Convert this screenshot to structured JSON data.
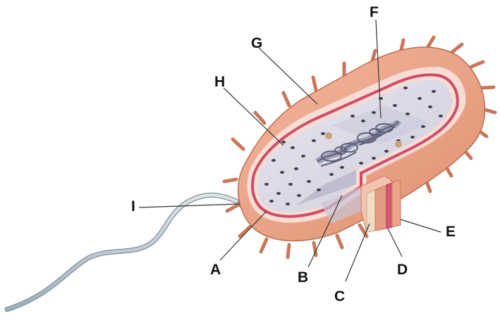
{
  "labels": {
    "a": "A",
    "b": "B",
    "c": "C",
    "d": "D",
    "e": "E",
    "f": "F",
    "g": "G",
    "h": "H",
    "i": "I"
  },
  "colors": {
    "capsule": "#eaa48a",
    "capsule_dark": "#c9795e",
    "cell_wall": "#f6d3c6",
    "plasma_membrane": "#d0506b",
    "cytoplasm": "#dcdbe6",
    "ribosome": "#3d4047",
    "nucleoid": "#8a8ea8",
    "flagellum": "#b8c4cc",
    "pili": "#d98a6c"
  }
}
